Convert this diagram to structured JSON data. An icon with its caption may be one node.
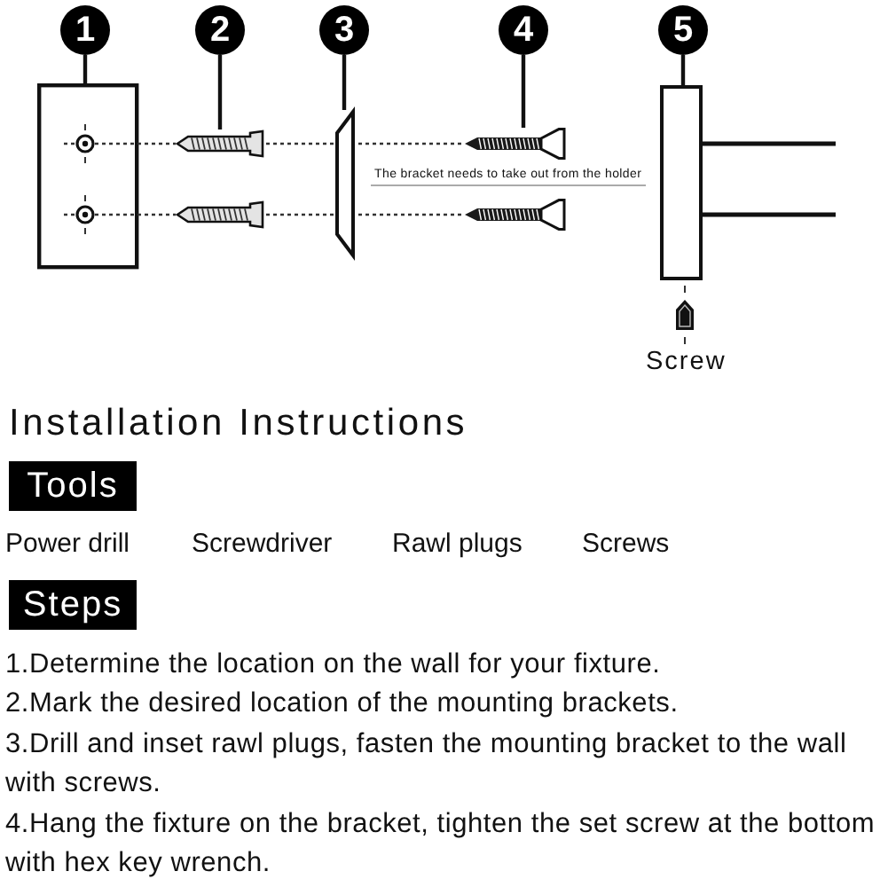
{
  "diagram": {
    "title": "Installation Instructions",
    "nodes": [
      {
        "text": [
          "1"
        ]
      },
      {
        "text": [],
        "shape": "box"
      },
      {
        "text": [],
        "shape": "circle",
        "in": 1
      },
      {
        "text": [],
        "shape": "circle",
        "in": 1
      },
      {
        "text": [
          "2"
        ]
      },
      {
        "text": [],
        "shape": "picture"
      },
      {
        "text": [
          "3"
        ]
      },
      {
        "text": [],
        "shape": "box"
      },
      {
        "text": [
          "4"
        ]
      },
      {
        "text": [],
        "shape": "picture"
      },
      {
        "text": [
          "5"
        ]
      },
      {
        "text": [],
        "shape": "picture"
      },
      {
        "text": [
          "Tools"
        ]
      },
      {
        "text": [
          "Steps"
        ]
      }
    ],
    "edges": [
      {
        "from": 0,
        "to": 1,
        "arrow": "none"
      },
      {
        "from": 4,
        "to": 5,
        "arrow": "none"
      },
      {
        "from": 6,
        "to": 7,
        "arrow": "none"
      },
      {
        "from": 8,
        "to": 9,
        "arrow": "none"
      },
      {
        "from": 10,
        "to": 11,
        "arrow": "none"
      },
      {
        "from": 2,
        "to": 5,
        "arrow": "none",
        "style": "dashed"
      },
      {
        "from": 3,
        "to": 5,
        "arrow": "none",
        "style": "dashed"
      },
      {
        "from": 5,
        "to": 7,
        "arrow": "none",
        "style": "dashed"
      },
      {
        "from": 5,
        "to": 7,
        "arrow": "none",
        "style": "dashed"
      },
      {
        "from": 7,
        "to": 9,
        "arrow": "none",
        "style": "dashed"
      },
      {
        "from": 7,
        "to": 9,
        "arrow": "none",
        "style": "dashed"
      }
    ],
    "labels": [
      "The bracket needs to take out from the holder",
      "Screw",
      "Power drill",
      "Screwdriver",
      "Rawl plugs",
      "Screws",
      "1.Determine the location on the wall for your fixture.",
      "2.Mark the desired location of the mounting brackets.",
      "3.Drill and inset rawl plugs, fasten the mounting bracket to the wall with screws.",
      "4.Hang the fixture on the bracket, tighten the set screw at the bottom with hex key wrench."
    ]
  }
}
